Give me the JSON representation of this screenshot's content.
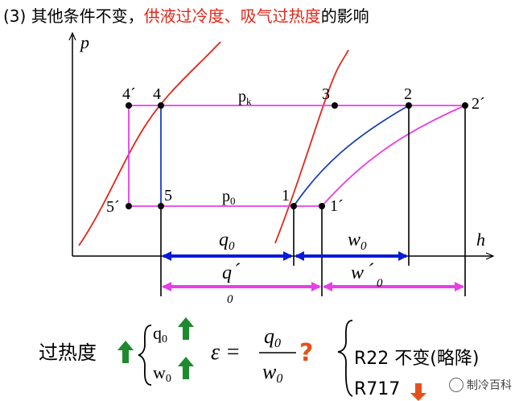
{
  "title": {
    "prefix": "(3) 其他条件不变，",
    "highlight": "供液过冷度、吸气过热度",
    "suffix": "的影响"
  },
  "axes": {
    "y_label": "p",
    "x_label": "h"
  },
  "points": {
    "p4prime": "4´",
    "p4": "4",
    "p3": "3",
    "p2": "2",
    "p2prime": "2´",
    "p5prime": "5´",
    "p5": "5",
    "p1": "1",
    "p1prime": "1´"
  },
  "pressures": {
    "pk": "p",
    "pk_sub": "k",
    "p0": "p",
    "p0_sub": "0"
  },
  "intervals": {
    "q0": "q",
    "q0_sub": "0",
    "w0": "w",
    "w0_sub": "0",
    "q0prime": "q",
    "q0prime_sub": "0",
    "q0prime_mark": "´",
    "w0prime": "w",
    "w0prime_sub": "0",
    "w0prime_mark": "´"
  },
  "conclusion": {
    "left_label": "过热度",
    "q0": "q",
    "q0_sub": "0",
    "w0": "w",
    "w0_sub": "0",
    "epsilon": "ε =",
    "frac_num": "q",
    "frac_num_sub": "0",
    "frac_den": "w",
    "frac_den_sub": "0",
    "question": "?",
    "r22": "R22 不变(略降)",
    "r717": "R717"
  },
  "watermark": "制冷百科",
  "colors": {
    "red": "#e0281a",
    "blue": "#1a3fb5",
    "magenta": "#e83ee8",
    "arrow_blue": "#0a1ad8",
    "green": "#1e8a2e",
    "orange": "#e8501a"
  }
}
